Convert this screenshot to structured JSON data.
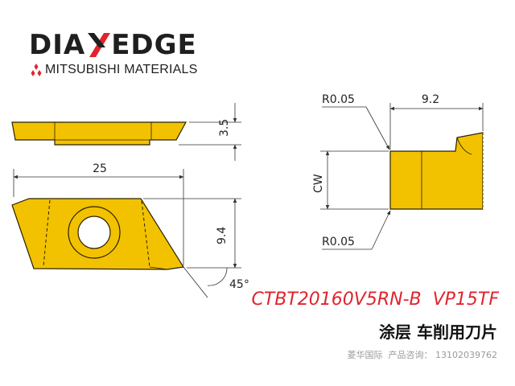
{
  "logo": {
    "left_text": "DIA",
    "right_text": "EDGE",
    "maker_text": "MITSUBISHI MATERIALS"
  },
  "dimensions": {
    "thickness": "3.5",
    "length": "25",
    "height": "9.4",
    "angle": "45°",
    "corner_radius_top": "R0.05",
    "corner_radius_bottom": "R0.05",
    "reach": "9.2",
    "cut_width": "CW"
  },
  "product": {
    "model": "CTBT20160V5RN-B  VP15TF",
    "description": "涂层 车削用刀片",
    "contact": "菱华国际  产品咨询： 13102039762"
  },
  "colors": {
    "insert_fill": "#f2c200",
    "outline": "#2a2000",
    "dimension_line": "#333333",
    "model_text": "#e0242d"
  }
}
